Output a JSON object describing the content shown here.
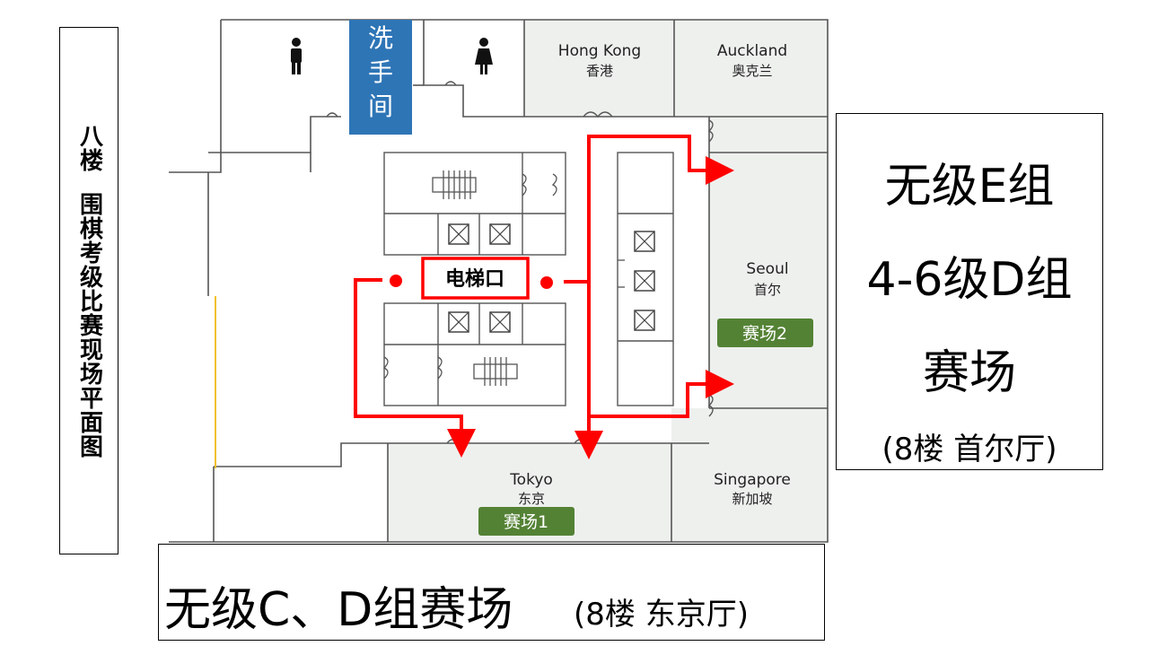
{
  "vertical_title": {
    "line1": "八楼",
    "line2": "围棋考级比赛现场平面图"
  },
  "floorplan": {
    "restroom_label": "洗手间",
    "elevator_label": "电梯口",
    "rooms": {
      "hong_kong": {
        "en": "Hong Kong",
        "zh": "香港"
      },
      "auckland": {
        "en": "Auckland",
        "zh": "奥克兰"
      },
      "seoul": {
        "en": "Seoul",
        "zh": "首尔"
      },
      "tokyo": {
        "en": "Tokyo",
        "zh": "东京"
      },
      "singapore": {
        "en": "Singapore",
        "zh": "新加坡"
      }
    },
    "venue_badges": {
      "venue1": "赛场1",
      "venue2": "赛场2"
    },
    "colors": {
      "route_red": "#ff0000",
      "restroom_blue": "#2e75b6",
      "venue_green": "#548235",
      "room_fill": "#eef0ee",
      "wall": "#555555"
    }
  },
  "right_box": {
    "line1": "无级E组",
    "line2": "4-6级D组",
    "line3": "赛场",
    "line4": "(8楼 首尔厅)"
  },
  "bottom_box": {
    "main": "无级C、D组赛场",
    "sub": "(8楼 东京厅)"
  }
}
